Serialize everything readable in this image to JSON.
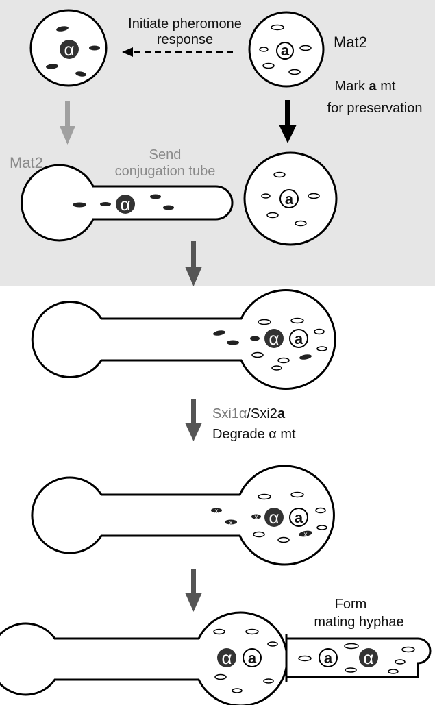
{
  "labels": {
    "initiate_line1": "Initiate pheromone",
    "initiate_line2": "response",
    "mat2_top": "Mat2",
    "mark_line1_pre": "Mark ",
    "mark_line1_bold": "a",
    "mark_line1_post": " mt",
    "mark_line2": "for preservation",
    "mat2_left": "Mat2",
    "send_line1": "Send",
    "send_line2": "conjugation tube",
    "sxi_line1_a": "Sxi1",
    "sxi_line1_alpha": "α",
    "sxi_line1_b": "/Sxi2",
    "sxi_line1_bold": "a",
    "degrade_line": "Degrade α mt",
    "form_line1": "Form",
    "form_line2": "mating hyphae"
  },
  "nuclei": {
    "alpha": "α",
    "a": "a"
  },
  "colors": {
    "panel_bg": "#e6e6e6",
    "alpha_nucleus": "#333333",
    "arrow_dark": "#555555",
    "arrow_light": "#a0a0a0",
    "outline": "#000000"
  }
}
